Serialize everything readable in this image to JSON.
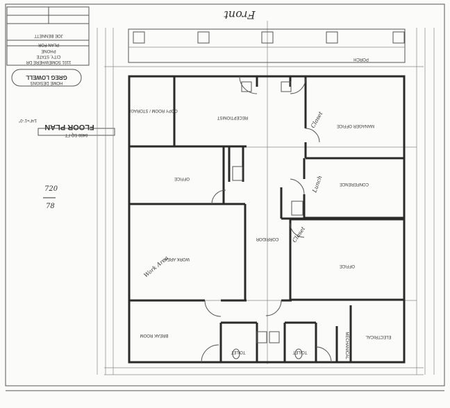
{
  "sheet": {
    "front_note": "Front",
    "porch_label": "PORCH",
    "plan_title": "FLOOR PLAN",
    "area_note": "8488 SQ FT",
    "scale": "1/4\"=1'-0\"",
    "handwritten_note_top": "720",
    "handwritten_note_bottom": "78"
  },
  "title_block": {
    "company": "GREG LOWELL",
    "company_sub": "HOME DESIGNS",
    "address_lines": [
      "1101 SOMEWHERE DR",
      "CITY, STATE",
      "PHONE"
    ],
    "project": "PLAN FOR",
    "client": "JOE BENNETT"
  },
  "rooms": {
    "copy_room": "COPY ROOM / STORAGE",
    "receptionist": "RECEPTIONIST",
    "manager_office": "MANAGER OFFICE",
    "office_left": "OFFICE",
    "conference": "CONFERENCE",
    "corridor": "CORRIDOR",
    "work_area": "WORK AREA",
    "office_right": "OFFICE",
    "break_room": "BREAK ROOM",
    "toilet_1": "TOILET",
    "toilet_2": "TOILET",
    "mechanical": "MECHANICAL",
    "electrical": "ELECTRICAL"
  },
  "handwritten": {
    "closet_1": "Closet",
    "closet_2": "Closet",
    "lunch": "Lunch",
    "work_note": "Work Area"
  }
}
